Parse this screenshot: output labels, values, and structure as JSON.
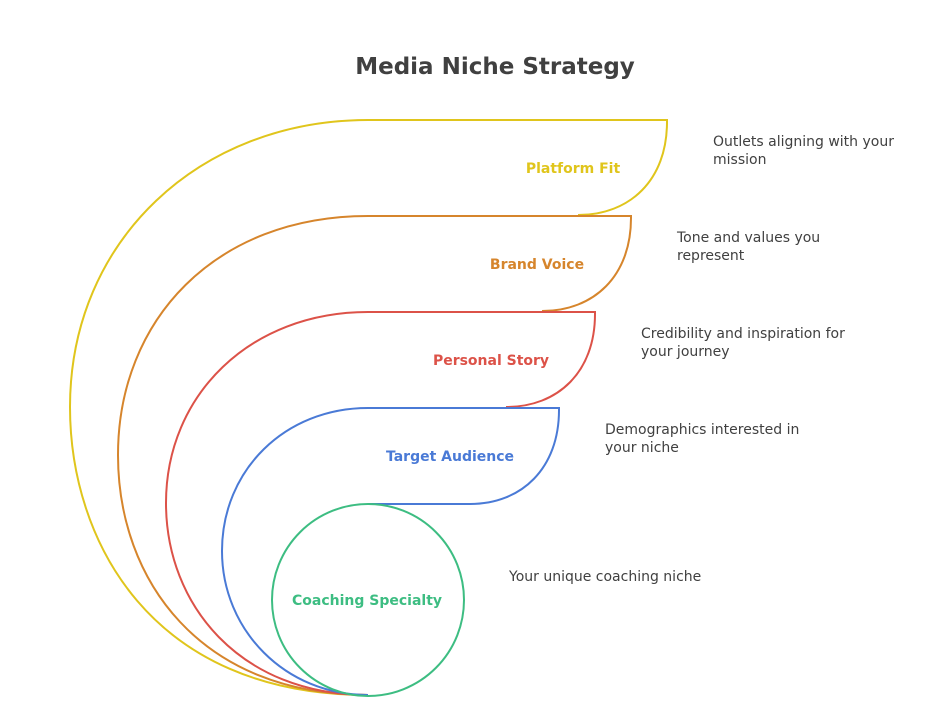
{
  "title": "Media Niche Strategy",
  "layers": [
    {
      "label": "Platform Fit",
      "desc_lines": [
        "Outlets aligning with your",
        "mission"
      ],
      "color": "#e0c51c"
    },
    {
      "label": "Brand Voice",
      "desc_lines": [
        "Tone and values you",
        "represent"
      ],
      "color": "#d6852c"
    },
    {
      "label": "Personal Story",
      "desc_lines": [
        "Credibility and inspiration for",
        "your journey"
      ],
      "color": "#dc5248"
    },
    {
      "label": "Target Audience",
      "desc_lines": [
        "Demographics interested in",
        "your niche"
      ],
      "color": "#4a7ad6"
    },
    {
      "label": "Coaching Specialty",
      "desc_lines": [
        "Your unique coaching niche"
      ],
      "color": "#3dbd82"
    }
  ]
}
